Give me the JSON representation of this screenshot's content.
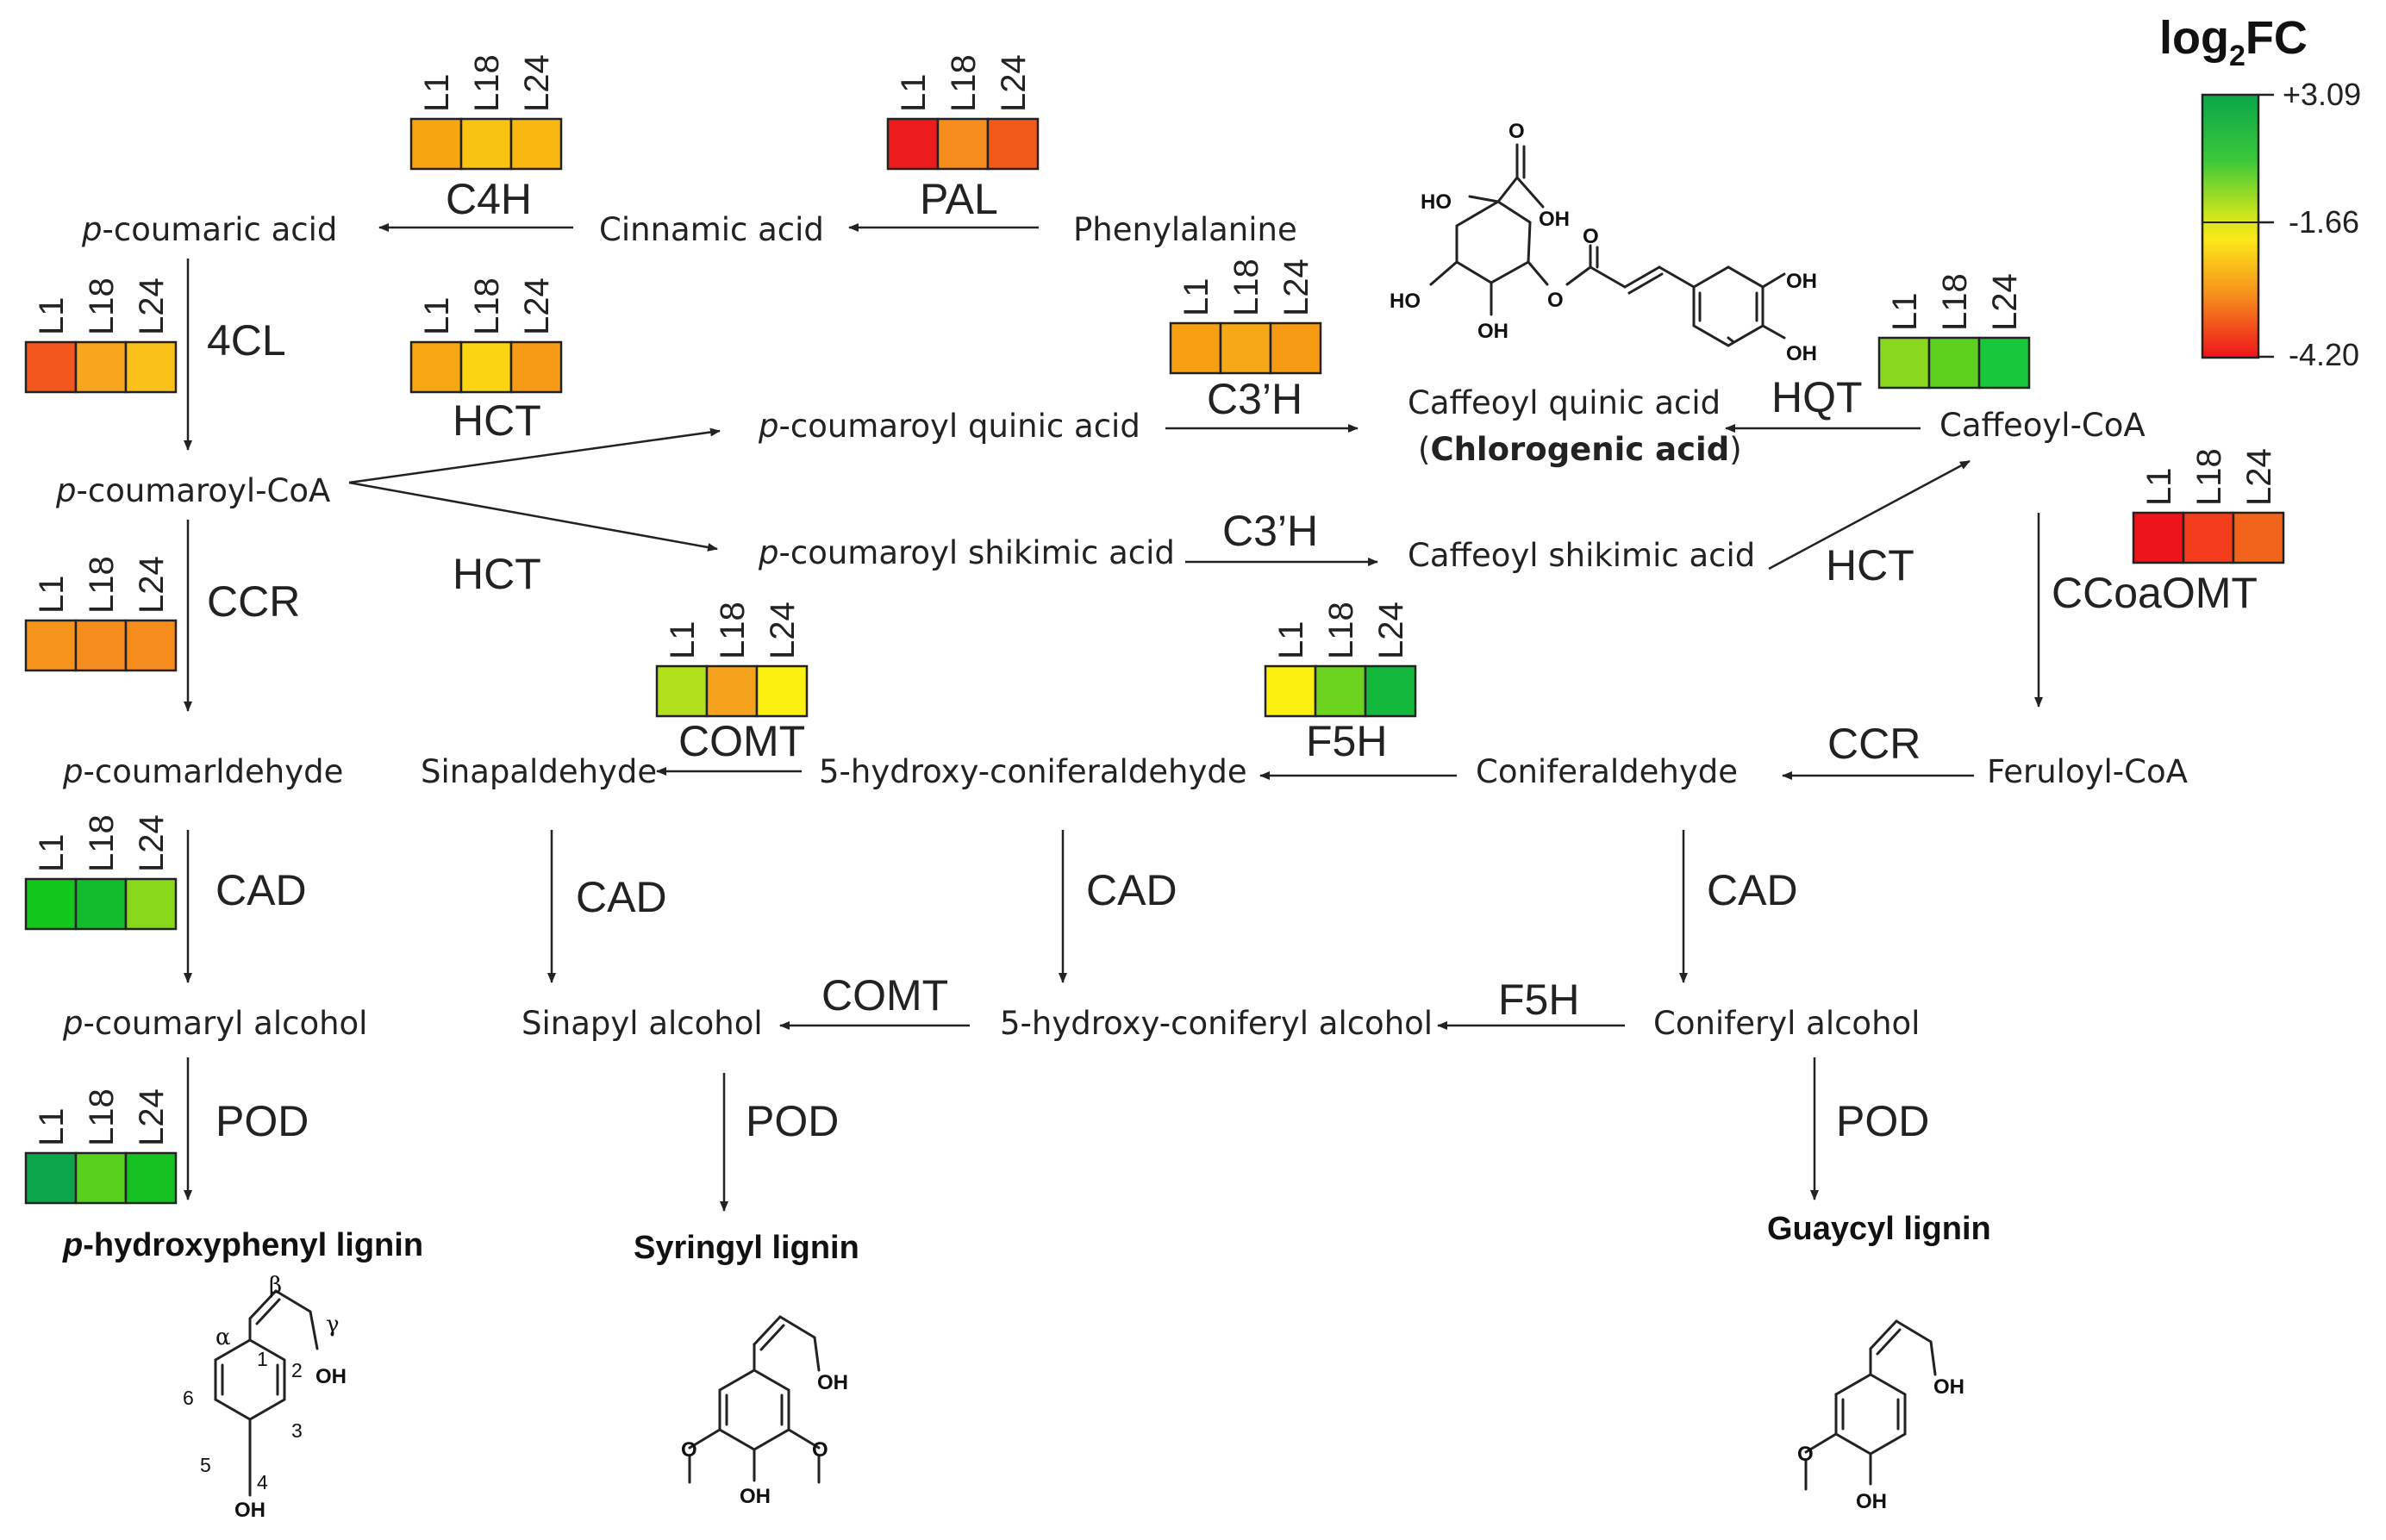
{
  "legend": {
    "title_main": "log",
    "title_sub": "2",
    "title_tail": "FC",
    "max_label": "+3.09",
    "mid_label": "-1.66",
    "min_label": "-4.20"
  },
  "nodes": {
    "phenylalanine": "Phenylalanine",
    "cinnamic_acid": "Cinnamic acid",
    "p_coumaric_acid_italic": "p",
    "p_coumaric_acid": "-coumaric acid",
    "p_coumaroyl_coa_italic": "p",
    "p_coumaroyl_coa": "-coumaroyl-CoA",
    "p_coumaroyl_quinic_italic": "p",
    "p_coumaroyl_quinic": "-coumaroyl quinic acid",
    "p_coumaroyl_shikimic_italic": "p",
    "p_coumaroyl_shikimic": "-coumaroyl shikimic acid",
    "caffeoyl_quinic_acid": "Caffeoyl quinic acid",
    "chlorogenic_open": "(",
    "chlorogenic_acid": "Chlorogenic acid",
    "chlorogenic_close": ")",
    "caffeoyl_coa": "Caffeoyl-CoA",
    "caffeoyl_shikimic_acid": "Caffeoyl shikimic acid",
    "feruloyl_coa": "Feruloyl-CoA",
    "coniferaldehyde": "Coniferaldehyde",
    "hydroxy_coniferaldehyde": "5-hydroxy-coniferaldehyde",
    "sinapaldehyde": "Sinapaldehyde",
    "p_coumarldehyde_italic": "p",
    "p_coumarldehyde": "-coumarldehyde",
    "p_coumaryl_alcohol_italic": "p",
    "p_coumaryl_alcohol": "-coumaryl alcohol",
    "sinapyl_alcohol": "Sinapyl alcohol",
    "hydroxy_coniferyl_alcohol": "5-hydroxy-coniferyl alcohol",
    "coniferyl_alcohol": "Coniferyl alcohol",
    "h_lignin_italic": "p",
    "h_lignin": "-hydroxyphenyl lignin",
    "s_lignin": "Syringyl lignin",
    "g_lignin": "Guaycyl lignin"
  },
  "enzymes": {
    "c4h": "C4H",
    "pal": "PAL",
    "cl4": "4CL",
    "hct_box": "HCT",
    "hct_lower": "HCT",
    "hct_right": "HCT",
    "c3h_box": "C3’H",
    "c3h_lower": "C3’H",
    "hqt": "HQT",
    "ccr_left": "CCR",
    "ccr_right": "CCR",
    "ccoaomt": "CCoaOMT",
    "comt_box": "COMT",
    "comt_lower": "COMT",
    "f5h_box": "F5H",
    "f5h_lower": "F5H",
    "cad_1": "CAD",
    "cad_2": "CAD",
    "cad_3": "CAD",
    "cad_4": "CAD",
    "pod_1": "POD",
    "pod_2": "POD",
    "pod_3": "POD"
  },
  "samples": [
    "L1",
    "L18",
    "L24"
  ],
  "heatmaps": [
    {
      "enzyme": "C4H",
      "colors": [
        "#f7a612",
        "#f9c312",
        "#f9b712"
      ]
    },
    {
      "enzyme": "PAL",
      "colors": [
        "#ec1c1c",
        "#f58c1c",
        "#f25a1c"
      ]
    },
    {
      "enzyme": "4CL",
      "colors": [
        "#f2581c",
        "#f7a61e",
        "#f9c11a"
      ]
    },
    {
      "enzyme": "HCT",
      "colors": [
        "#f7a614",
        "#fbd514",
        "#f79a16"
      ]
    },
    {
      "enzyme": "C3’H",
      "colors": [
        "#f7a012",
        "#f7a816",
        "#f79a14"
      ]
    },
    {
      "enzyme": "HQT",
      "colors": [
        "#8ad81e",
        "#5cd21e",
        "#18c83a"
      ]
    },
    {
      "enzyme": "CCR",
      "colors": [
        "#f7941c",
        "#f58c1c",
        "#f58c1c"
      ]
    },
    {
      "enzyme": "CCoaOMT",
      "colors": [
        "#ee141c",
        "#f23c1c",
        "#f2641c"
      ]
    },
    {
      "enzyme": "COMT",
      "colors": [
        "#b2e01c",
        "#f7a21c",
        "#fbf010"
      ]
    },
    {
      "enzyme": "F5H",
      "colors": [
        "#fbf010",
        "#6cd41e",
        "#14b83c"
      ]
    },
    {
      "enzyme": "CAD",
      "colors": [
        "#12c61c",
        "#12bc2c",
        "#8ad81c"
      ]
    },
    {
      "enzyme": "POD",
      "colors": [
        "#0ea64c",
        "#5ad01e",
        "#16c222"
      ]
    }
  ],
  "structures": {
    "ho": "HO",
    "oh": "OH",
    "o": "O",
    "ring_numbers": [
      "1",
      "2",
      "3",
      "4",
      "5",
      "6"
    ],
    "greek": [
      "α",
      "β",
      "γ"
    ]
  }
}
